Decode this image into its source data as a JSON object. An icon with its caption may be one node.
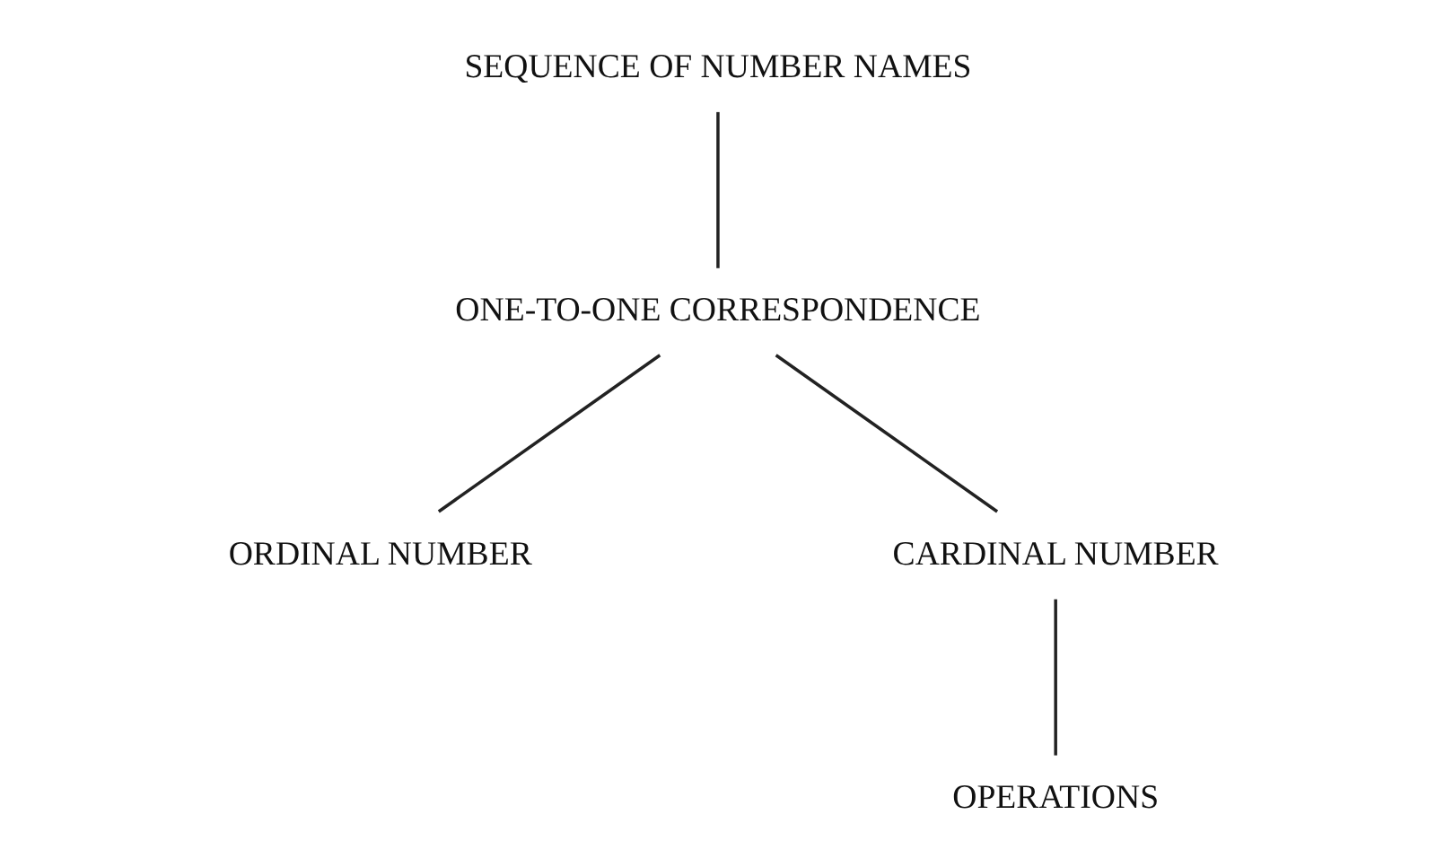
{
  "diagram": {
    "nodes": [
      {
        "text": [
          "SEQUENCE OF NUMBER NAMES"
        ]
      },
      {
        "text": [
          "ONE-TO-ONE CORRESPONDENCE"
        ]
      },
      {
        "text": [
          "ORDINAL NUMBER"
        ]
      },
      {
        "text": [
          "CARDINAL NUMBER"
        ]
      },
      {
        "text": [
          "OPERATIONS"
        ]
      }
    ],
    "edges": [
      {
        "from": 0,
        "to": 1,
        "arrow": "none"
      },
      {
        "from": 1,
        "to": 2,
        "arrow": "none"
      },
      {
        "from": 1,
        "to": 3,
        "arrow": "none"
      },
      {
        "from": 3,
        "to": 4,
        "arrow": "none"
      }
    ]
  }
}
